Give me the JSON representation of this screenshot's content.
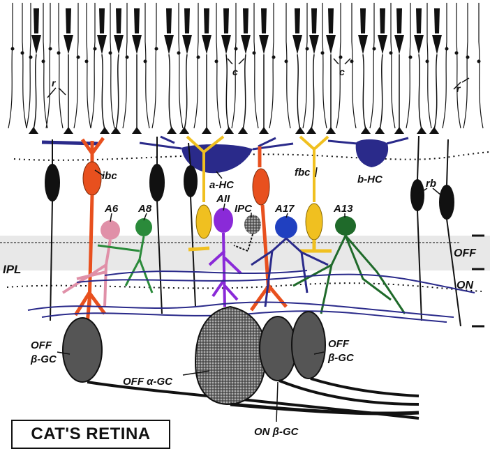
{
  "title": "CAT'S RETINA",
  "labels": {
    "r": "r",
    "c": "c",
    "ibc": "ibc",
    "a_hc": "a-HC",
    "fbc": "fbc",
    "b_hc": "b-HC",
    "rb": "rb",
    "a6": "A6",
    "a8": "A8",
    "aii": "AII",
    "ipc": "IPC",
    "a17": "A17",
    "a13": "A13",
    "ipl": "IPL",
    "off": "OFF",
    "on": "ON",
    "off_beta_gc_left_line1": "OFF",
    "off_beta_gc_left_line2": "β-GC",
    "off_beta_gc_right_line1": "OFF",
    "off_beta_gc_right_line2": "β-GC",
    "off_alpha_gc": "OFF α-GC",
    "on_beta_gc": "ON β-GC"
  },
  "colors": {
    "ibc": "#e8501e",
    "fbc": "#f0c020",
    "horizontal": "#2a2a8a",
    "a6": "#e090a8",
    "a8": "#2a8a3a",
    "aii": "#8a2ad8",
    "a17": "#2040c0",
    "a13": "#1f6a2a",
    "ganglion": "#555555",
    "ipl_band": "#e6e6e6"
  }
}
